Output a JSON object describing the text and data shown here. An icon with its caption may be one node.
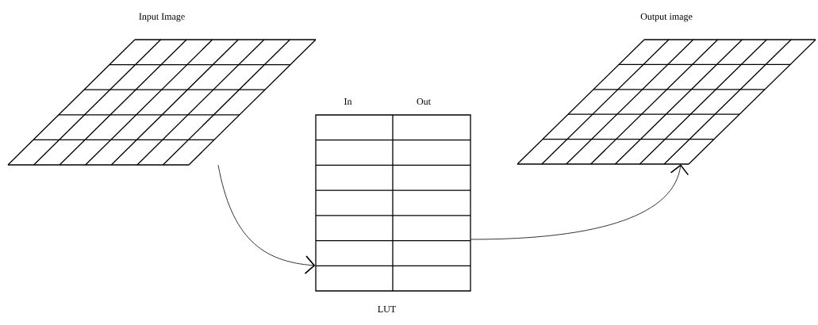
{
  "diagram": {
    "nodes": [
      {
        "text": [
          "Input Image"
        ]
      },
      {
        "text": [
          "In",
          "Out"
        ],
        "beside": [
          "LUT"
        ]
      },
      {
        "text": [
          "Output image"
        ]
      }
    ],
    "edges": [
      {
        "from": 0,
        "to": 1,
        "arrow": "to"
      },
      {
        "from": 1,
        "to": 2,
        "arrow": "to"
      }
    ]
  }
}
